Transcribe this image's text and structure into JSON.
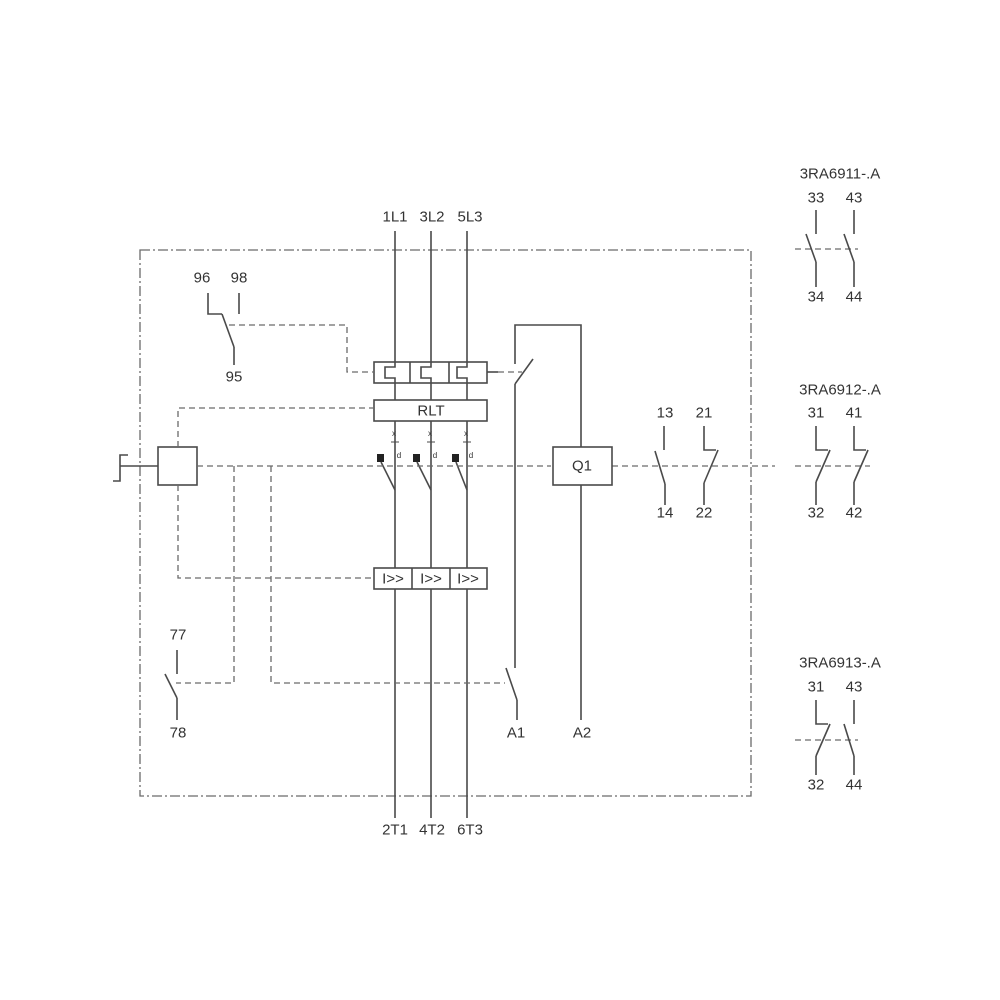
{
  "main_supply": {
    "l1": "1L1",
    "l2": "3L2",
    "l3": "5L3"
  },
  "outputs": {
    "t1": "2T1",
    "t2": "4T2",
    "t3": "6T3"
  },
  "overload_contact": {
    "t96": "96",
    "t98": "98",
    "t95": "95"
  },
  "rlt_label": "RLT",
  "short_circuit_label": "I>>",
  "coil": {
    "label": "Q1",
    "a1": "A1",
    "a2": "A2"
  },
  "aux_main": {
    "t13": "13",
    "t14": "14",
    "t21": "21",
    "t22": "22"
  },
  "trip_contact": {
    "t77": "77",
    "t78": "78"
  },
  "dial_marks": {
    "x": "x",
    "dot": "d"
  },
  "accessory_1": {
    "title": "3RA6911-.A",
    "t33": "33",
    "t43": "43",
    "t34": "34",
    "t44": "44"
  },
  "accessory_2": {
    "title": "3RA6912-.A",
    "t31": "31",
    "t41": "41",
    "t32": "32",
    "t42": "42"
  },
  "accessory_3": {
    "title": "3RA6913-.A",
    "t31": "31",
    "t43": "43",
    "t32": "32",
    "t44": "44"
  }
}
